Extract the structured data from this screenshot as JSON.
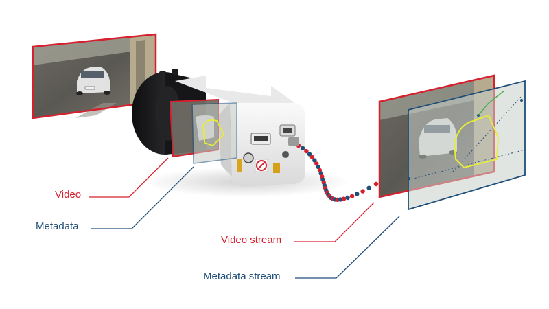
{
  "labels": {
    "video": "Video",
    "metadata": "Metadata",
    "video_stream": "Video stream",
    "metadata_stream": "Metadata stream"
  },
  "colors": {
    "video_red": "#d6202e",
    "metadata_blue": "#1f4e79",
    "tracking_yellow": "#e6ec3a",
    "camera_black": "#1c1c1e",
    "camera_white": "#f2f2f2",
    "pcb_green": "#3f8f3a"
  }
}
